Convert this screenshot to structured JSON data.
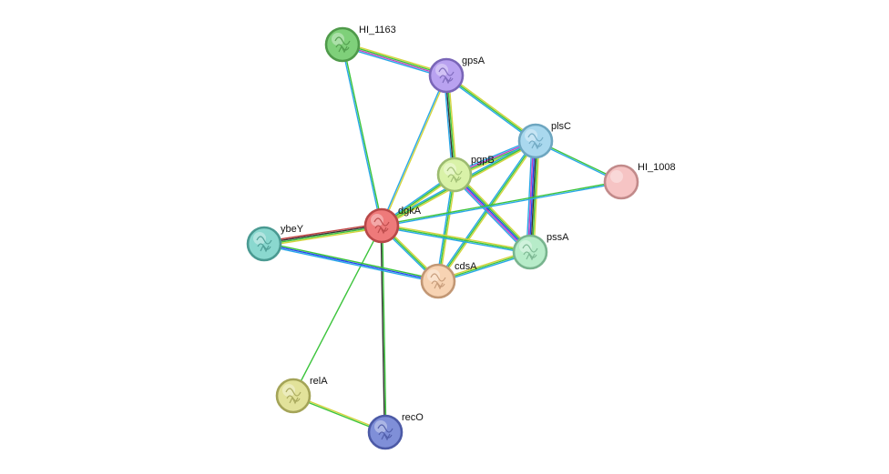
{
  "nodes": [
    {
      "id": "HI_1163",
      "label": "HI_1163",
      "color": "#7fd07a",
      "stroke": "#4f9a4a",
      "icon": "protein-structure-icon"
    },
    {
      "id": "gpsA",
      "label": "gpsA",
      "color": "#b9a2f0",
      "stroke": "#7a66b8",
      "icon": "protein-structure-icon"
    },
    {
      "id": "plsC",
      "label": "plsC",
      "color": "#a9d8ee",
      "stroke": "#6da6c0",
      "icon": "protein-structure-icon"
    },
    {
      "id": "HI_1008",
      "label": "HI_1008",
      "color": "#f6c4c4",
      "stroke": "#c28a8a",
      "icon": "none"
    },
    {
      "id": "pgpB",
      "label": "pgpB",
      "color": "#d9f2a8",
      "stroke": "#9cbb70",
      "icon": "protein-structure-icon"
    },
    {
      "id": "dgkA",
      "label": "dgkA",
      "color": "#ee7a7a",
      "stroke": "#b84848",
      "icon": "protein-structure-icon"
    },
    {
      "id": "ybeY",
      "label": "ybeY",
      "color": "#8ad8cf",
      "stroke": "#4a9a92",
      "icon": "protein-structure-icon"
    },
    {
      "id": "pssA",
      "label": "pssA",
      "color": "#b7ecc9",
      "stroke": "#78b48e",
      "icon": "protein-structure-icon"
    },
    {
      "id": "cdsA",
      "label": "cdsA",
      "color": "#f7d3b3",
      "stroke": "#c29774",
      "icon": "protein-structure-icon"
    },
    {
      "id": "relA",
      "label": "relA",
      "color": "#e2e29a",
      "stroke": "#a4a458",
      "icon": "protein-structure-icon"
    },
    {
      "id": "recO",
      "label": "recO",
      "color": "#7f8fd8",
      "stroke": "#4c5aa6",
      "icon": "protein-structure-icon"
    }
  ],
  "edges": [
    {
      "source": "HI_1163",
      "target": "gpsA",
      "colors": [
        "#d4d43c",
        "#3cc43c",
        "#c042c0",
        "#2aa8e8"
      ]
    },
    {
      "source": "HI_1163",
      "target": "dgkA",
      "colors": [
        "#3cc43c",
        "#2aa8e8"
      ]
    },
    {
      "source": "gpsA",
      "target": "dgkA",
      "colors": [
        "#d4d43c",
        "#2aa8e8"
      ]
    },
    {
      "source": "gpsA",
      "target": "pgpB",
      "colors": [
        "#d4d43c",
        "#3cc43c",
        "#333333",
        "#2aa8e8"
      ]
    },
    {
      "source": "gpsA",
      "target": "plsC",
      "colors": [
        "#d4d43c",
        "#3cc43c",
        "#2aa8e8"
      ]
    },
    {
      "source": "plsC",
      "target": "HI_1008",
      "colors": [
        "#3cc43c",
        "#2aa8e8"
      ]
    },
    {
      "source": "plsC",
      "target": "pgpB",
      "colors": [
        "#d4d43c",
        "#3cc43c",
        "#c042c0",
        "#2aa8e8"
      ]
    },
    {
      "source": "plsC",
      "target": "pssA",
      "colors": [
        "#d4d43c",
        "#3cc43c",
        "#333333",
        "#2244ee",
        "#c042c0",
        "#2aa8e8"
      ]
    },
    {
      "source": "plsC",
      "target": "cdsA",
      "colors": [
        "#d4d43c",
        "#3cc43c",
        "#2aa8e8"
      ]
    },
    {
      "source": "plsC",
      "target": "dgkA",
      "colors": [
        "#d4d43c",
        "#3cc43c",
        "#2aa8e8"
      ]
    },
    {
      "source": "pgpB",
      "target": "dgkA",
      "colors": [
        "#d4d43c",
        "#3cc43c",
        "#2aa8e8"
      ]
    },
    {
      "source": "pgpB",
      "target": "pssA",
      "colors": [
        "#d4d43c",
        "#3cc43c",
        "#2244ee",
        "#c042c0",
        "#2aa8e8"
      ]
    },
    {
      "source": "pgpB",
      "target": "cdsA",
      "colors": [
        "#d4d43c",
        "#3cc43c",
        "#2aa8e8"
      ]
    },
    {
      "source": "dgkA",
      "target": "HI_1008",
      "colors": [
        "#3cc43c",
        "#2aa8e8"
      ]
    },
    {
      "source": "dgkA",
      "target": "ybeY",
      "colors": [
        "#d4d43c",
        "#3cc43c",
        "#333333",
        "#c04242"
      ]
    },
    {
      "source": "dgkA",
      "target": "pssA",
      "colors": [
        "#d4d43c",
        "#3cc43c",
        "#2aa8e8"
      ]
    },
    {
      "source": "dgkA",
      "target": "cdsA",
      "colors": [
        "#d4d43c",
        "#3cc43c",
        "#2aa8e8"
      ]
    },
    {
      "source": "dgkA",
      "target": "relA",
      "colors": [
        "#3cc43c"
      ]
    },
    {
      "source": "dgkA",
      "target": "recO",
      "colors": [
        "#3cc43c",
        "#333333"
      ]
    },
    {
      "source": "ybeY",
      "target": "cdsA",
      "colors": [
        "#3cc43c",
        "#2244ee",
        "#2aa8e8"
      ]
    },
    {
      "source": "cdsA",
      "target": "pssA",
      "colors": [
        "#d4d43c",
        "#3cc43c",
        "#2aa8e8"
      ]
    },
    {
      "source": "relA",
      "target": "recO",
      "colors": [
        "#d4d43c",
        "#3cc43c"
      ]
    }
  ]
}
